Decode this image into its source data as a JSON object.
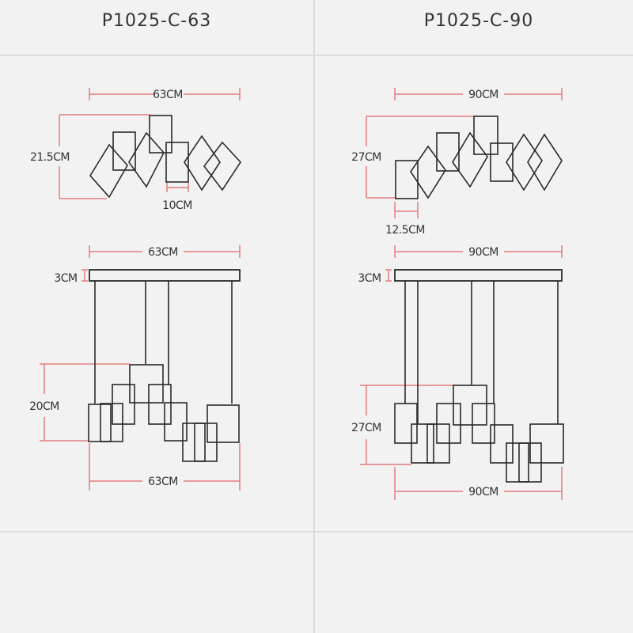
{
  "panels": [
    {
      "model": "P1025-C-63",
      "top_view": {
        "width_label": "63CM",
        "height_label": "21.5CM",
        "module_label": "10CM"
      },
      "front_view": {
        "width_label": "63CM",
        "canopy_label": "3CM",
        "height_label": "20CM",
        "bottom_width_label": "63CM"
      }
    },
    {
      "model": "P1025-C-90",
      "top_view": {
        "width_label": "90CM",
        "height_label": "27CM",
        "module_label": "12.5CM"
      },
      "front_view": {
        "width_label": "90CM",
        "canopy_label": "3CM",
        "height_label": "27CM",
        "bottom_width_label": "90CM"
      }
    }
  ],
  "colors": {
    "dimension_line": "#e47c7c",
    "drawing_line": "#2b2b2b",
    "background": "#f2f2f2",
    "divider": "#dcdcdc"
  }
}
